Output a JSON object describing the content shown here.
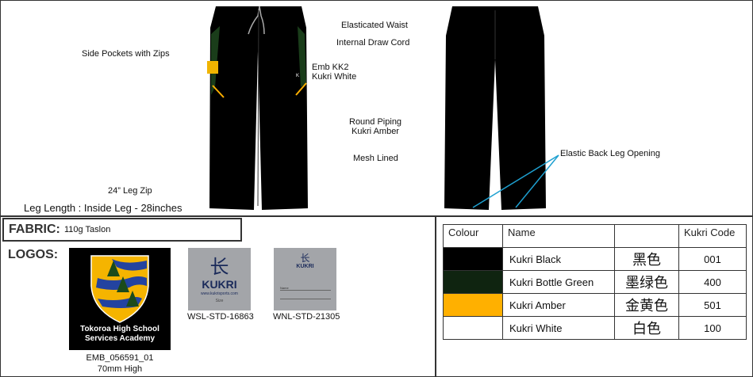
{
  "annotations": {
    "side_pockets": "Side Pockets with Zips",
    "elasticated_waist": "Elasticated Waist",
    "draw_cord": "Internal Draw Cord",
    "emb_line1": "Emb KK2",
    "emb_line2": "Kukri White",
    "piping_line1": "Round Piping",
    "piping_line2": "Kukri Amber",
    "mesh": "Mesh Lined",
    "leg_zip": "24” Leg Zip",
    "leg_length": "Leg Length : Inside Leg - 28inches",
    "back_leg": "Elastic Back Leg Opening"
  },
  "fabric": {
    "label": "FABRIC:",
    "value": "110g Taslon"
  },
  "logos": {
    "label": "LOGOS:",
    "crest": {
      "name_line1": "Tokoroa High School",
      "name_line2": "Services Academy",
      "code": "EMB_056591_01",
      "size": "70mm High"
    },
    "label1": {
      "brand": "KUKRI",
      "url": "www.kukrisports.com",
      "size_text": "Size",
      "code": "WSL-STD-16863"
    },
    "label2": {
      "brand": "KUKRI",
      "name_text": "Name",
      "code": "WNL-STD-21305"
    }
  },
  "colour_table": {
    "headers": [
      "Colour",
      "Name",
      "",
      "Kukri Code"
    ],
    "rows": [
      {
        "swatch": "#000000",
        "name": "Kukri Black",
        "chinese": "黑色",
        "code": "001"
      },
      {
        "swatch": "#0f2410",
        "name": "Kukri Bottle Green",
        "chinese": "墨绿色",
        "code": "400"
      },
      {
        "swatch": "#ffb000",
        "name": "Kukri Amber",
        "chinese": "金黄色",
        "code": "501"
      },
      {
        "swatch": "#ffffff",
        "name": "Kukri White",
        "chinese": "白色",
        "code": "100"
      }
    ]
  }
}
